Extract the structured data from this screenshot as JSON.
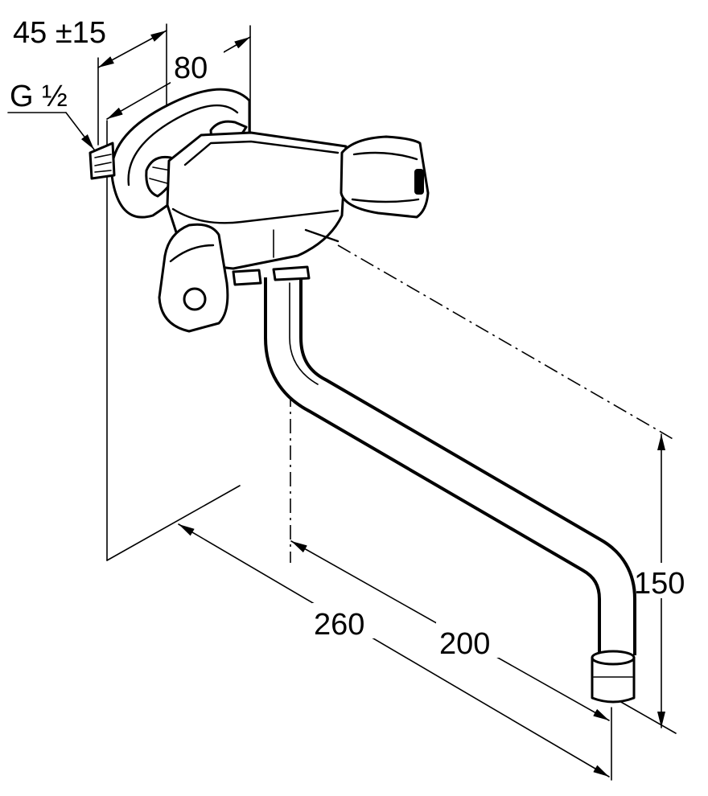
{
  "dimensions": {
    "offset": "45 ±15",
    "width": "80",
    "thread": "G ½",
    "reach_total": "260",
    "reach_spout": "200",
    "height": "150"
  }
}
